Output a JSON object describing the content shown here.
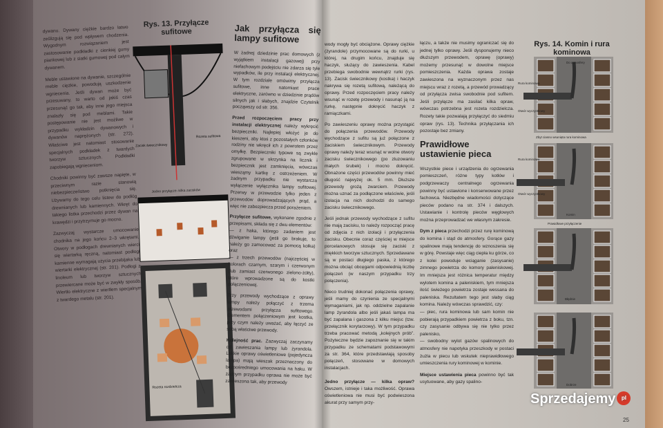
{
  "left_page": {
    "col1": [
      "dywanu. Dywany ciężkie bardzo łatwo ześlizgują się pod wpływem chodzenia. Wygodnym rozwiązaniem jest zastosowanie podkładki z cienkiej gumy piankowej lub z siatki gumowej pod całym dywanem.",
      "Meble ustawione na dywanie, szczególnie meble ciężkie, powodują uszkodzenie wgniecenia. Jeśli dywan może być przesuwany, to warto od jakiś czas przesunąć go tak, aby inne jego miejsca znalazły się pod meblami. Takie postępowanie nie jest możliwe w przypadku wykładzin dywanowych i dywanów naprężonych (str. 272). Właściwe jest natomiast stosowanie specjalnych podkładek z twardych tworzyw sztucznych. Podkładki zapobiegają wgnieceniom.",
      "Chodniki powinny być zawsze napięte, w przeciwnym razie stanowią niebezpieczeństwo potknięcia się. Używamy do tego celu listew do podłóg drewnianych lub kamiennych. Wkręt do takiego listka przechodzi przez dywan na krawędzi i przytrzymuje go mocno.",
      "Zazwyczaj wystarcze umocowanie chodnika na jego końcu 2–3 wkrętami. Otwory w podłogach drewnianych wierci się wiertarką ręczną, natomiast podłogi kamienne wymagają użycia przebijaka lub wiertarki elektrycznej (str. 201). Podłogi z linoleum lub tworzyw sztucznych przewiercane może być w zwykły sposób. Wiertło elektryczne z wiertłem specjalnym z twardego metalu (str. 201)."
    ],
    "figure13": {
      "caption": "Rys. 13. Przyłącze sufitowe",
      "labels": [
        "Zacisk świecznikowy",
        "Rozeta sufitowa",
        "Jedno przyłącze–kilka zacisków",
        "Rozeta rozdzielcza"
      ]
    },
    "col2": {
      "heading": "Jak przyłącza się lampy sufitowe",
      "intro": "W żadnej dziedzinie prac domowych (z wyjątkiem instalacji gazowej) przy niefachowym podejściu nie zdarza się tyle wypadków, ile przy instalacji elektrycznej. W tym rozdziale omówimy przyłącza sufitowe, inne natomiast prace elektryczne, zarówno w dziedzinie prądów silnych jak i słabych, znajdzie Czytelnik począwszy od str. 356.",
      "p1_bold": "Przed rozpoczęciem pracy przy instalacji elektrycznej",
      "p1": " należy wykręcić bezpieczniki. Najlepiej włożyć je do kieszeni, aby ktoś z pozostałych członków rodziny nie wkręcił ich z powrotem przez omyłkę. Bezpieczniki typowe są zwykle zgrupowane w skrzynka na licznik i bezpiecznik jest zamknięcia, wówczas wiesząmy kartkę z ostrzeżeniem. W żadnym przypadku nie wystarcza wyłączenie wyłącznika lampy sufitowej. Przerwy w przewodzie tylko jeden z przewodów doprowadzających prąd, a więc nie zabezpiecza przed porażeniem.",
      "p2_bold": "Przyłącze sufitowe,",
      "p2": " wykonane zgodnie z przepisami, składa się z dwu elementów:",
      "p2_items": [
        "— z haka, którego zadaniem jest dźwiganie lampy (jeśli go brakuje, to należy go zamocować za pomocą kołka) oraz",
        "— z trzech przewodów (najczęściej w kolorach czarnym, szarym i czerwonym (lub zamiast czerwonego zielono-żółty), które wprowadzone są do kostki połączeniowej."
      ],
      "p3": "Trzy przewody wychodzące z oprawy lampy należy połączyć z trzema przewodami przyłącza sufitowego. Elementem połączeniowym jest kostka, przy czym należy uważać, aby łączyć ze sobą właściwe przewody.",
      "p4_bold": "Kolejność prac.",
      "p4": " Zazwyczaj zaczynamy od zawieszania lampy lub żyrandola. Lekkie oprawy oświetleniowe (pojedyncza lampa) mają wieszak przeznaczony do bezpośredniego umocowania na haku. W żadnym przypadku oprawa nie może być zawieszona tak, aby przewody"
    }
  },
  "right_page": {
    "col1": {
      "p1": "wody mogły być obciążone. Oprawy ciężkie (żyrandole) przymocowane są do rurki, u której, na drugim końcu, znajduje się haczyk, służący do zawieszenia. Kabel przebiega swobodnie wewnątrz rurki (rys. 13). Zacisk świecznikowy (kostka) i haczyk nakrywa się rozetą sufitową, należącą do oprawy. Przed rozpoczęciem pracy należy wsunąć w rozetę przewody i nasunąć ją na rurkę, następnie dokręcić haczyk z ramiączkami.",
      "p2": "Po zawieszeniu oprawy można przystąpić do połączenia przewodów. Przewody wychodzące z sufitu są już połączone z zaciskiem świecznikowym. Przewody oprawy należy teraz wsunąć w wolne otwory zacisku świecznikowego (po zluzowaniu małych śrubek) i mocno dokręcić. Obnażone części przewodów powinny mieć długość najwyżej ok. 5 mm. Dłuższe przewody grożą zwarciem. Przewody można uznać za podłączone właściwie, jeśli izolacja na nich dochodzi do samego zacisku świecznikowego.",
      "p3": "Jeśli jednak przewody wychodzące z sufitu nie mają zacisku, to należy rozpocząć pracę od zdjęcia z nich izolacji i przyłączenia zacisku. Obecnie coraz częściej w miejsce porcelanowych stosuje się zaciski z miękkich tworzyw sztucznych. Sprzedawane są w postaci długiego paska, z którego można obciąć obcęgami odpowiednią liczbę połączeń (w naszym przypadku trzy połączenia).",
      "p4": "Nieco trudniej dokonać połączenia oprawy, jeśli mamy do czynienia ze specjalnymi wymaganiami, jak np. oddzielne zapalanie lamp żyrandola albo jeśli jakaś lampa ma być zapalana i gaszona z kilku miejsc (tzw. przełącznik korytarzowy). W tym przypadku trzeba pracować metodą „kolejnych prób”. Pożyteczne będzie zapoznanie się w takim przypadku ze schematami podstawowymi za str. 364, które przedstawiają sposoby połączeń, stosowane w domowych instalacjach.",
      "p5_bold": "Jedno przyłącze — kilka opraw?",
      "p5": " Owszem, istnieje i taka możliwość. Oprawa oświetleniowa nie musi być podwieszona akurat przy samym przy-"
    },
    "col2": {
      "p1": "łączu, a także nie musimy ograniczać się do jednej tylko oprawy. Jeśli dysponujemy nieco dłuższym przewodem, oprawę (oprawy) możemy przesunąć w dowolne miejsce pomieszczenia. Każda oprawa zostaje zawieszona na wyznaczonym przez nas miejscu wraz z rozetą, a przewód prowadzący od przyłącza zwisa swobodnie pod sufitem. Jeśli przyłącze ma zasilać kilka opraw, wówczas potrzebna jest rozeta rozdzielcza. Rozety takie pozwalają przyłączyć do siedmiu opraw (rys. 13). Technika przyłączania ich pozostaje bez zmiany.",
      "heading": "Prawidłowe ustawienie pieca",
      "p2": "Wszystkie piece i urządzenia do ogrzewania pomieszczeń, różne typy kotłów i podgrzewaczy centralnego ogrzewania powinny być ustawione i konserwowane przez fachowca. Niezbędne wiadomości dotyczące pieców podano na str. 374 i dalszych. Ustawianie i kontrolę pieców węglowych można przeprowadzać we własnym zakresie.",
      "p3_bold": "Dym z pieca",
      "p3": " przechodzi przez rurę kominową do komina i stąd do atmosfery. Gorące gazy spalinowe mają tendencję do wznoszenia się w górę. Powstaje więc ciąg ciepła ku górze, co z kolei powoduje wciąganie (zasysanie) zimnego powietrza do komory paleniskowej. Im mniejsza jest różnica temperatur między wylotem komina a paleniskiem, tym mniejsza ilość świeżego powietrza zostaje wessana do paleniska. Rezultatem tego jest słaby ciąg komina. Należy wówczas sprawdzić, czy:",
      "items": [
        "— piec, rura kominowa lub sam komin nie pobierają przypadkiem powietrza z boku, tzn. czy zasysanie odbywa się nie tylko przez palenisko,",
        "— swobodny wylot gazów spalinowych do atmosfery nie napotyka przeszkody w postaci żużla w piecu lub wskutek nieprawidłowego umieszczenia rury kominowej w kominie."
      ],
      "p4_bold": "Miejsce ustawienia pieca",
      "p4": " powinno być tak usytuowane, aby gazy spalino-"
    },
    "figure14": {
      "caption": "Rys. 14. Komin i rura kominowa",
      "labels": [
        "Do atmosfery",
        "Rura kominowa",
        "Otwór wyczystkowy",
        "Zbyt ciasno wsunięta rura kominowa",
        "Rura kominowa",
        "Otwór wyczystkowy",
        "Komin",
        "Prawidłowe przyłączenie",
        "Błędnie",
        "Dobrze"
      ]
    },
    "page_number": "25"
  },
  "watermark": {
    "text": "Sprzedajemy",
    "badge": "pl",
    "color": "#d63a2a"
  }
}
